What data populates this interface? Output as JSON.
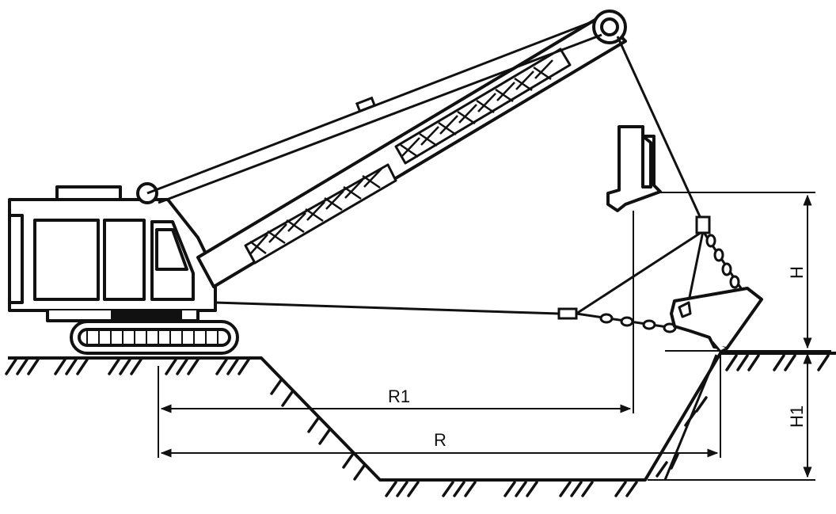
{
  "diagram": {
    "line_color": "#111111",
    "background": "#ffffff",
    "dimensions": {
      "r1_label": "R1",
      "r_label": "R",
      "h_label": "H",
      "h1_label": "H1"
    }
  }
}
